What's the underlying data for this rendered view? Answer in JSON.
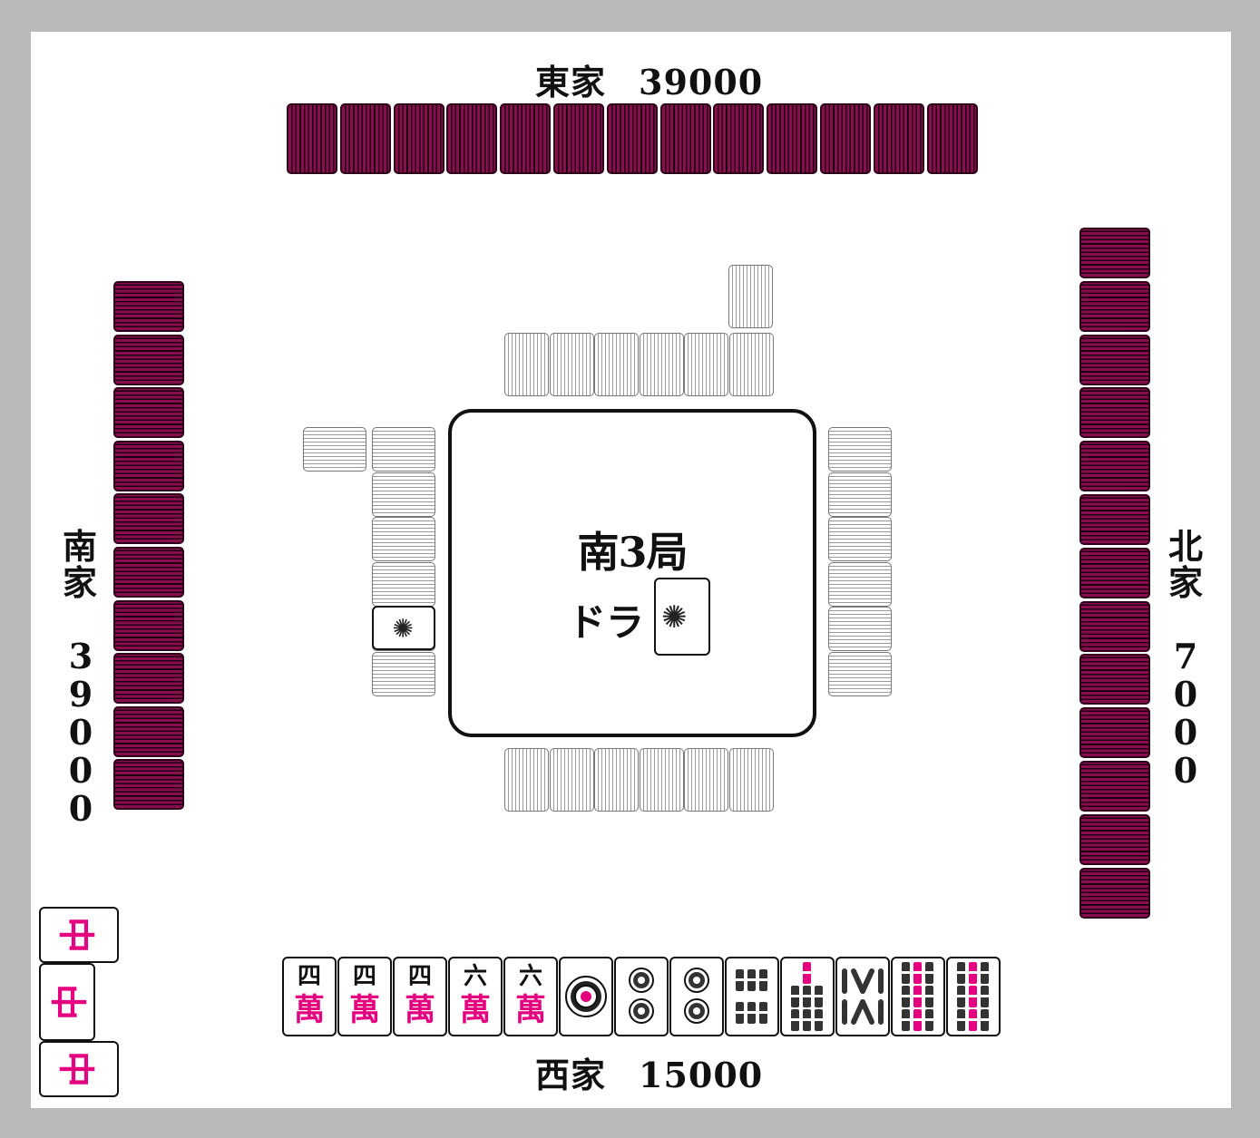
{
  "players": {
    "east": {
      "name": "東家",
      "score": "39000"
    },
    "south": {
      "name": "南家",
      "score": "39000"
    },
    "west": {
      "name": "西家",
      "score": "15000"
    },
    "north": {
      "name": "北家",
      "score": "7000"
    }
  },
  "center": {
    "round": "南3局",
    "dora_label": "ドラ"
  },
  "dora_tile": {
    "suit": "sou",
    "rank": 1,
    "icon": "bird-icon"
  },
  "hand": [
    {
      "suit": "man",
      "rank": 4,
      "top": "四",
      "bottom": "萬"
    },
    {
      "suit": "man",
      "rank": 4,
      "top": "四",
      "bottom": "萬"
    },
    {
      "suit": "man",
      "rank": 4,
      "top": "四",
      "bottom": "萬"
    },
    {
      "suit": "man",
      "rank": 6,
      "top": "六",
      "bottom": "萬"
    },
    {
      "suit": "man",
      "rank": 6,
      "top": "六",
      "bottom": "萬"
    },
    {
      "suit": "pin",
      "rank": 1
    },
    {
      "suit": "pin",
      "rank": 2
    },
    {
      "suit": "pin",
      "rank": 2
    },
    {
      "suit": "sou",
      "rank": 6
    },
    {
      "suit": "sou",
      "rank": 7
    },
    {
      "suit": "sou",
      "rank": 8
    },
    {
      "suit": "sou",
      "rank": 9
    },
    {
      "suit": "sou",
      "rank": 9
    }
  ],
  "meld": {
    "tile": "中",
    "count": 3,
    "color": "#e4007f"
  },
  "colors": {
    "tile_back": "#8a0d4e",
    "accent": "#e4007f",
    "frame": "#b9b9b9"
  }
}
